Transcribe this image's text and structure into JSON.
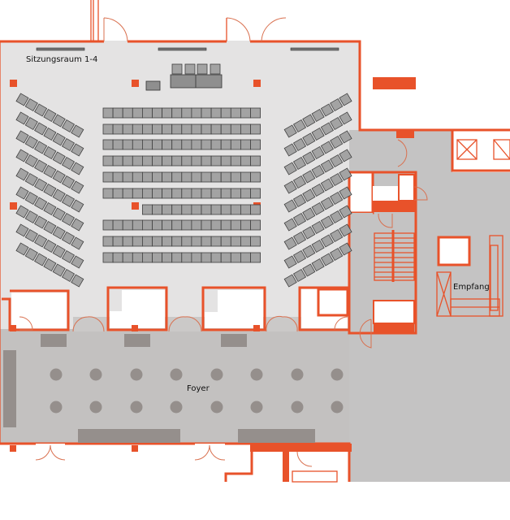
{
  "rooms": {
    "conference": "Sitzungsraum 1-4",
    "foyer": "Foyer",
    "reception": "Empfang"
  },
  "colors": {
    "wall": "#e8522a",
    "conference_floor": "#e4e3e3",
    "foyer_floor": "#c3c1c0",
    "seat": "#a3a3a3",
    "table": "#958f8c"
  },
  "icons": [
    "seat-icon",
    "table-icon",
    "door-swing-icon",
    "stair-icon",
    "elevator-icon"
  ]
}
